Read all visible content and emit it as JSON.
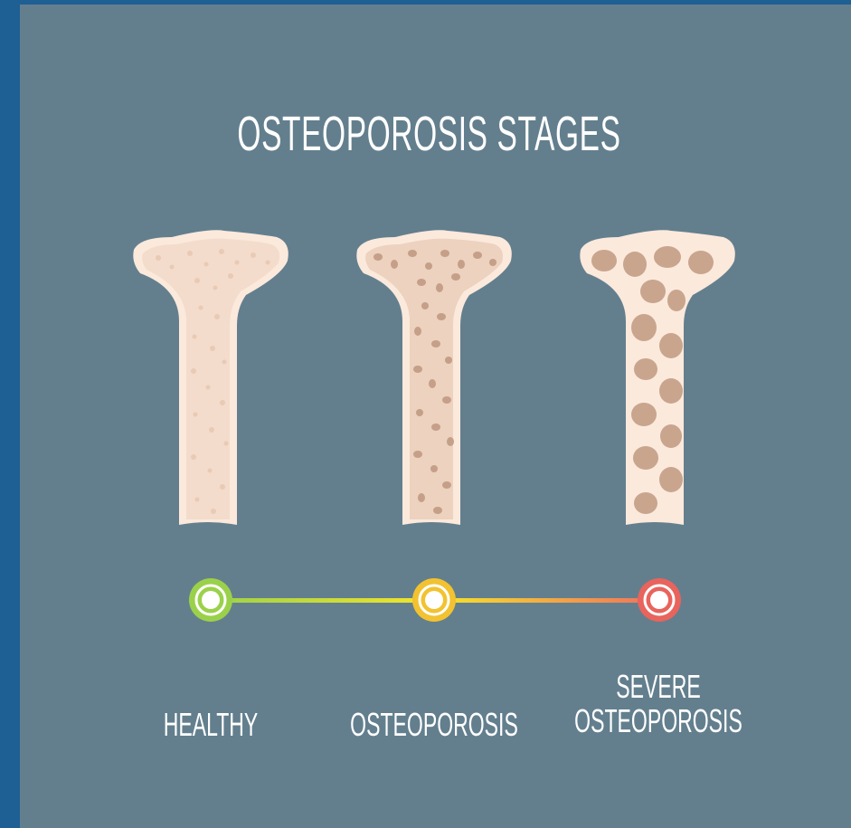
{
  "title": "OSTEOPOROSIS STAGES",
  "stages": [
    {
      "label": "HEALTHY",
      "marker_color": "#8ec63f",
      "density": "healthy"
    },
    {
      "label": "OSTEOPOROSIS",
      "marker_color": "#f2c230",
      "density": "porous"
    },
    {
      "label_lines": [
        "SEVERE",
        "OSTEOPOROSIS"
      ],
      "marker_color": "#e8645c",
      "density": "severe"
    }
  ],
  "colors": {
    "background": "#637f8e",
    "frame": "#1e5f94",
    "bone_outline": "#fbe9dc",
    "bone_fill": "#efd5c2",
    "bone_pore": "#c9a58e"
  }
}
